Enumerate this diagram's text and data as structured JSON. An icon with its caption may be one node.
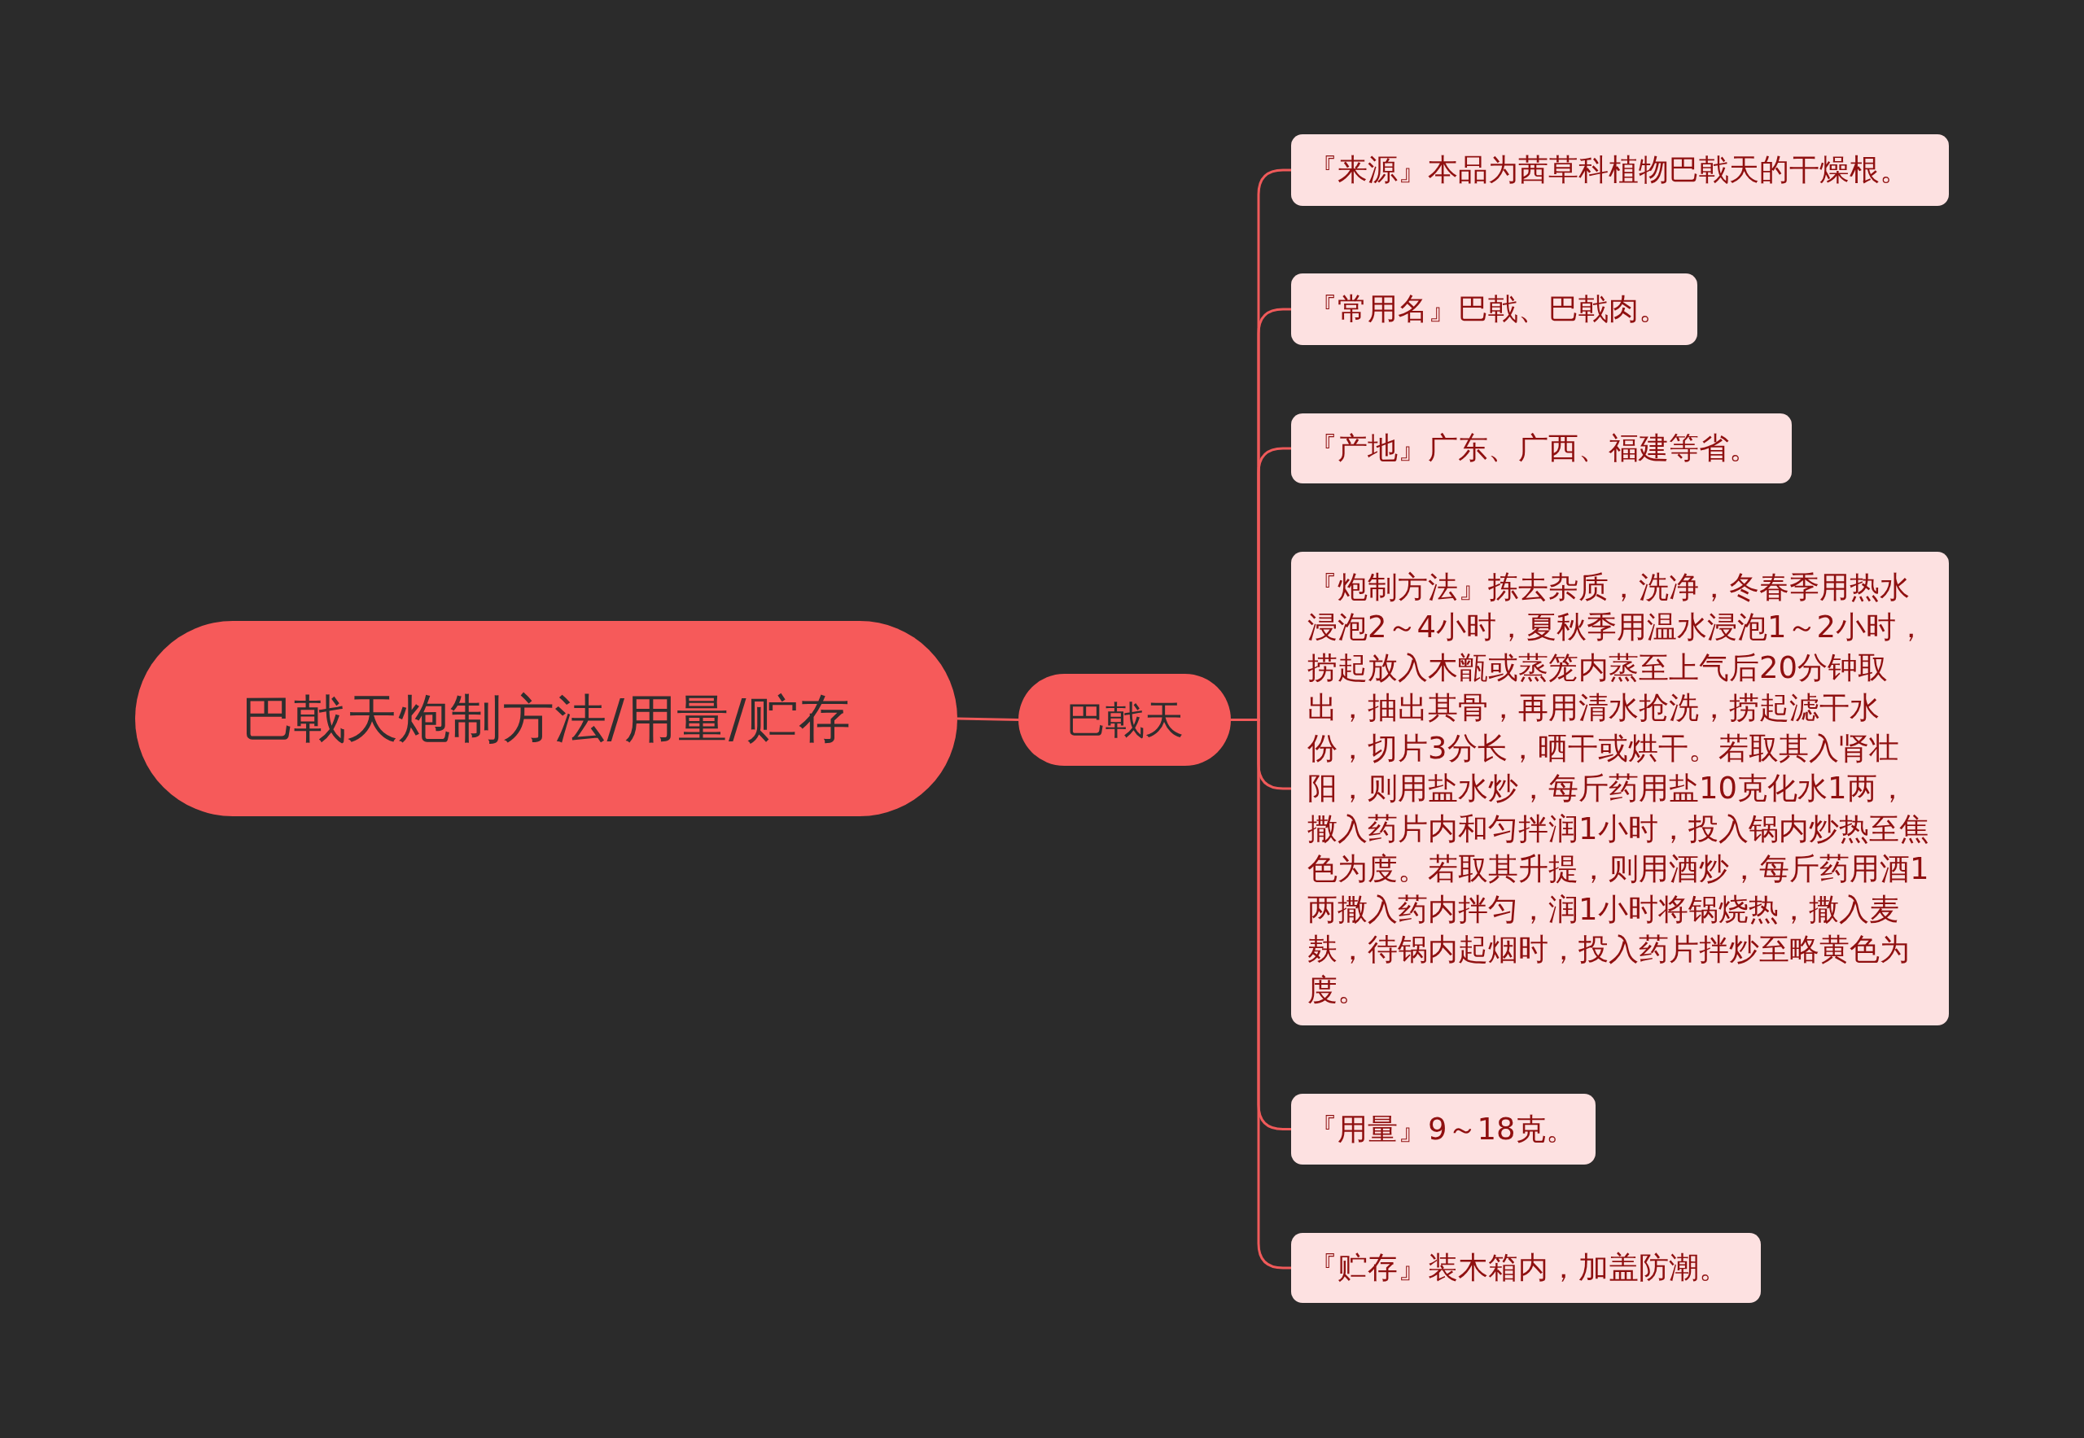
{
  "diagram": {
    "nodes": [
      {
        "text": [
          "巴戟天炮制方法/用量/贮存"
        ]
      },
      {
        "text": [
          "巴戟天"
        ]
      },
      {
        "text": [
          "『来源』本品为茜草科植物巴戟天的干燥根。"
        ]
      },
      {
        "text": [
          "『常用名』巴戟、巴戟肉。"
        ]
      },
      {
        "text": [
          "『产地』广东、广西、福建等省。"
        ]
      },
      {
        "text": [
          "『炮制方法』拣去杂质，洗净，冬春季用热水浸泡2～4小时，夏秋季用温水浸泡1～2小时，捞起放入木甑或蒸笼内蒸至上气后20分钟取出，抽出其骨，再用清水抢洗，捞起滤干水份，切片3分长，晒干或烘干。若取其入肾壮阳，则用盐水炒，每斤药用盐10克化水1两，撒入药片内和匀拌润1小时，投入锅内炒热至焦色为度。若取其升提，则用酒炒，每斤药用酒1两撒入药内拌匀，润1小时将锅烧热，撒入麦麸，待锅内起烟时，投入药片拌炒至略黄色为度。"
        ]
      },
      {
        "text": [
          "『用量』9～18克。"
        ]
      },
      {
        "text": [
          "『贮存』装木箱内，加盖防潮。"
        ]
      }
    ],
    "edges": [
      {
        "from": 0,
        "to": 1,
        "arrow": "none"
      },
      {
        "from": 1,
        "to": 2,
        "arrow": "none"
      },
      {
        "from": 1,
        "to": 3,
        "arrow": "none"
      },
      {
        "from": 1,
        "to": 4,
        "arrow": "none"
      },
      {
        "from": 1,
        "to": 5,
        "arrow": "none"
      },
      {
        "from": 1,
        "to": 6,
        "arrow": "none"
      },
      {
        "from": 1,
        "to": 7,
        "arrow": "none"
      }
    ]
  }
}
